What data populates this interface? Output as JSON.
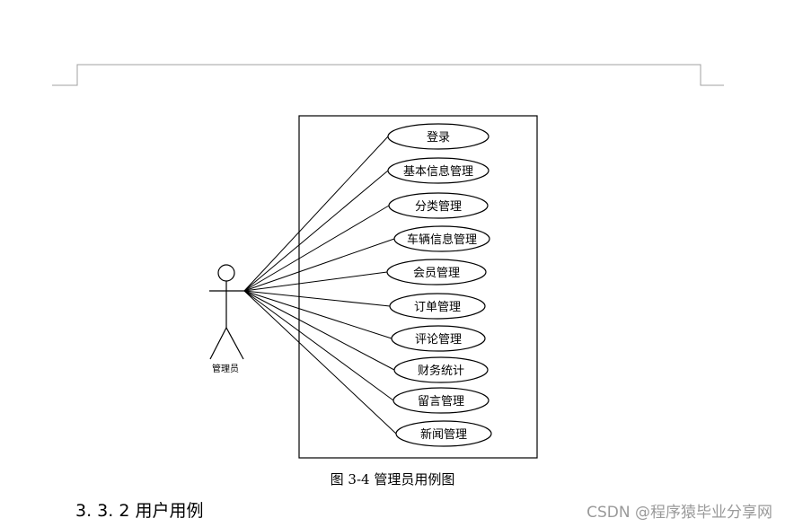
{
  "diagram": {
    "type": "use-case",
    "actor": {
      "label": "管理员"
    },
    "use_cases": [
      "登录",
      "基本信息管理",
      "分类管理",
      "车辆信息管理",
      "会员管理",
      "订单管理",
      "评论管理",
      "财务统计",
      "留言管理",
      "新闻管理"
    ]
  },
  "caption": "图 3-4 管理员用例图",
  "section_heading": "3. 3. 2 用户用例",
  "watermark": "CSDN @程序猿毕业分享网"
}
